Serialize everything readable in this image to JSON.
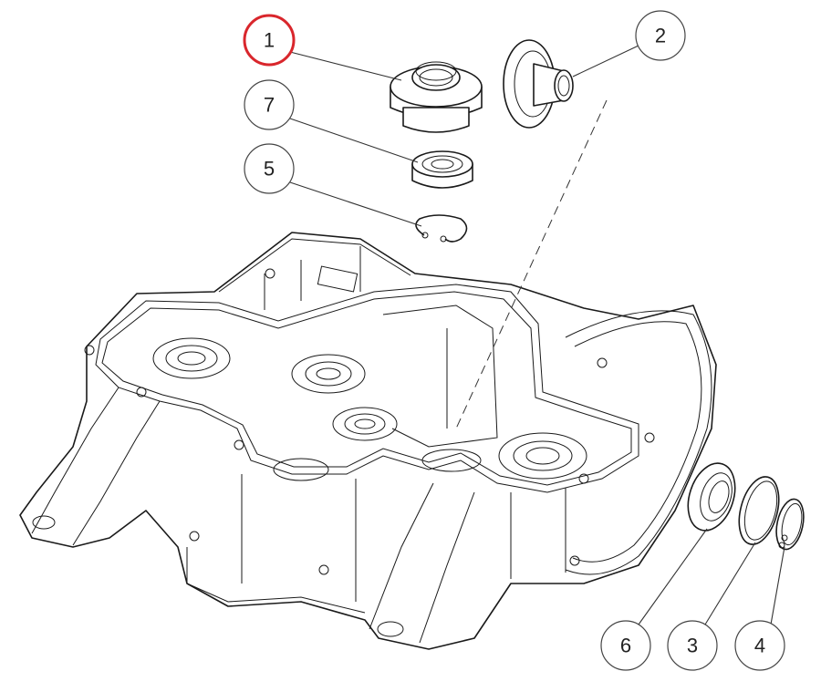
{
  "callouts": [
    {
      "id": "1",
      "label": "1",
      "highlight": true
    },
    {
      "id": "2",
      "label": "2",
      "highlight": false
    },
    {
      "id": "3",
      "label": "3",
      "highlight": false
    },
    {
      "id": "4",
      "label": "4",
      "highlight": false
    },
    {
      "id": "5",
      "label": "5",
      "highlight": false
    },
    {
      "id": "6",
      "label": "6",
      "highlight": false
    },
    {
      "id": "7",
      "label": "7",
      "highlight": false
    }
  ],
  "colors": {
    "highlight": "#d9262c",
    "line": "#1a1a1a",
    "background": "#ffffff"
  },
  "icons": [
    "gearbox-housing-icon",
    "bearing-housing-icon",
    "shaft-seal-icon",
    "ball-bearing-icon",
    "circlip-icon"
  ]
}
